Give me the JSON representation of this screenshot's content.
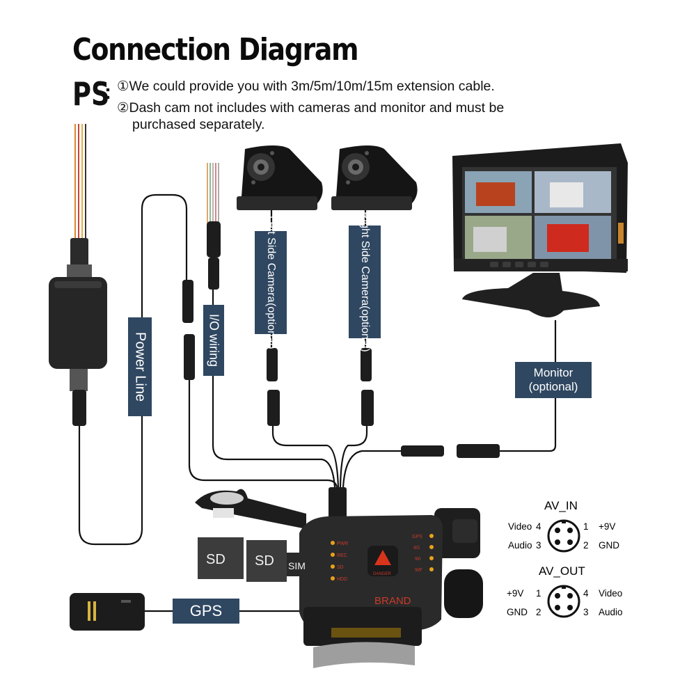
{
  "title": "Connection Diagram",
  "ps": {
    "label": "PS",
    "colon": ":",
    "note1": "①We could provide you with 3m/5m/10m/15m extension cable.",
    "note2": "②Dash cam not includes with cameras and monitor and must be",
    "note3": "purchased separately."
  },
  "labels": {
    "power_line": "Power Line",
    "io_wiring": "I/O wiring",
    "left_camera_line1": "Left Side Camera",
    "left_camera_line2": "(optional)",
    "right_camera_line1": "Right Side Camera",
    "right_camera_line2": "(optional)",
    "monitor_line1": "Monitor",
    "monitor_line2": "(optional)",
    "gps": "GPS"
  },
  "device": {
    "sd1": "SD",
    "sd2": "SD",
    "sim": "SIM",
    "brand": "BRAND",
    "danger": "DANGER",
    "leds_left": [
      "PWR",
      "REC",
      "SD",
      "HDD"
    ],
    "leds_right": [
      "GPS",
      "4G",
      "Wi",
      "WF"
    ]
  },
  "av_in": {
    "title": "AV_IN",
    "left": [
      {
        "name": "Video",
        "pin": "4"
      },
      {
        "name": "Audio",
        "pin": "3"
      }
    ],
    "right": [
      {
        "pin": "1",
        "name": "+9V"
      },
      {
        "pin": "2",
        "name": "GND"
      }
    ]
  },
  "av_out": {
    "title": "AV_OUT",
    "left": [
      {
        "name": "+9V",
        "pin": "1"
      },
      {
        "name": "GND",
        "pin": "2"
      }
    ],
    "right": [
      {
        "pin": "4",
        "name": "Video"
      },
      {
        "pin": "3",
        "name": "Audio"
      }
    ]
  },
  "colors": {
    "label_bg": "#2f4761",
    "device_body": "#2a2a2a",
    "led": "#e8a21a"
  }
}
